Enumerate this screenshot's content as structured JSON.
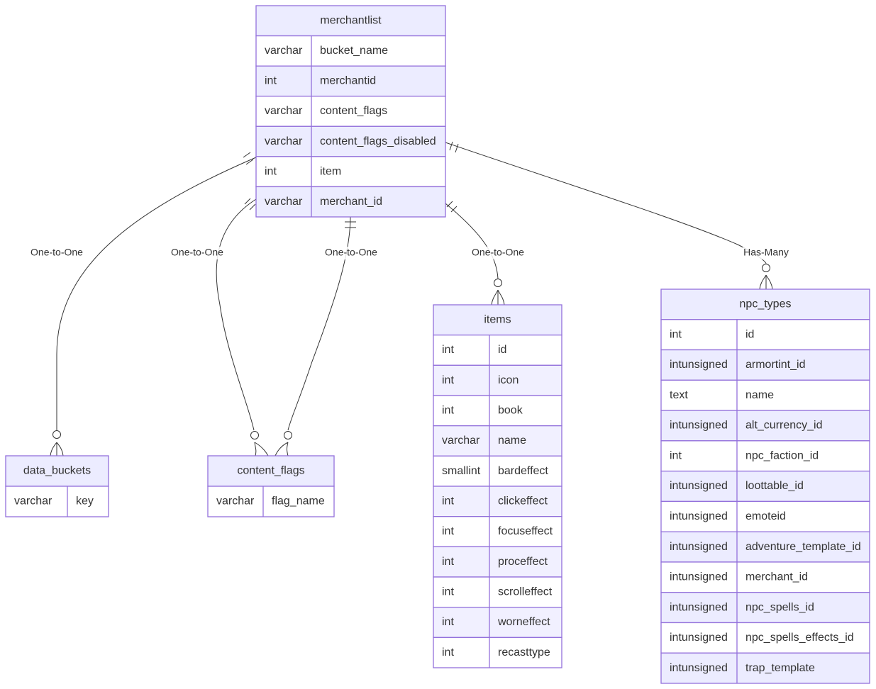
{
  "entities": [
    {
      "id": "merchantlist",
      "title": "merchantlist",
      "rows": [
        [
          "varchar",
          "bucket_name"
        ],
        [
          "int",
          "merchantid"
        ],
        [
          "varchar",
          "content_flags"
        ],
        [
          "varchar",
          "content_flags_disabled"
        ],
        [
          "int",
          "item"
        ],
        [
          "varchar",
          "merchant_id"
        ]
      ]
    },
    {
      "id": "data_buckets",
      "title": "data_buckets",
      "rows": [
        [
          "varchar",
          "key"
        ]
      ]
    },
    {
      "id": "content_flags",
      "title": "content_flags",
      "rows": [
        [
          "varchar",
          "flag_name"
        ]
      ]
    },
    {
      "id": "items",
      "title": "items",
      "rows": [
        [
          "int",
          "id"
        ],
        [
          "int",
          "icon"
        ],
        [
          "int",
          "book"
        ],
        [
          "varchar",
          "name"
        ],
        [
          "smallint",
          "bardeffect"
        ],
        [
          "int",
          "clickeffect"
        ],
        [
          "int",
          "focuseffect"
        ],
        [
          "int",
          "proceffect"
        ],
        [
          "int",
          "scrolleffect"
        ],
        [
          "int",
          "worneffect"
        ],
        [
          "int",
          "recasttype"
        ]
      ]
    },
    {
      "id": "npc_types",
      "title": "npc_types",
      "rows": [
        [
          "int",
          "id"
        ],
        [
          "intunsigned",
          "armortint_id"
        ],
        [
          "text",
          "name"
        ],
        [
          "intunsigned",
          "alt_currency_id"
        ],
        [
          "int",
          "npc_faction_id"
        ],
        [
          "intunsigned",
          "loottable_id"
        ],
        [
          "intunsigned",
          "emoteid"
        ],
        [
          "intunsigned",
          "adventure_template_id"
        ],
        [
          "intunsigned",
          "merchant_id"
        ],
        [
          "intunsigned",
          "npc_spells_id"
        ],
        [
          "intunsigned",
          "npc_spells_effects_id"
        ],
        [
          "intunsigned",
          "trap_template"
        ]
      ]
    }
  ],
  "relationships": [
    {
      "label": "One-to-One",
      "from": "merchantlist",
      "to": "data_buckets"
    },
    {
      "label": "One-to-One",
      "from": "merchantlist",
      "to": "content_flags"
    },
    {
      "label": "One-to-One",
      "from": "merchantlist",
      "to": "content_flags"
    },
    {
      "label": "One-to-One",
      "from": "merchantlist",
      "to": "items"
    },
    {
      "label": "Has-Many",
      "from": "merchantlist",
      "to": "npc_types"
    }
  ],
  "colors": {
    "header": "#ececff",
    "border": "#9370db",
    "text": "#333333",
    "line": "#333333"
  }
}
